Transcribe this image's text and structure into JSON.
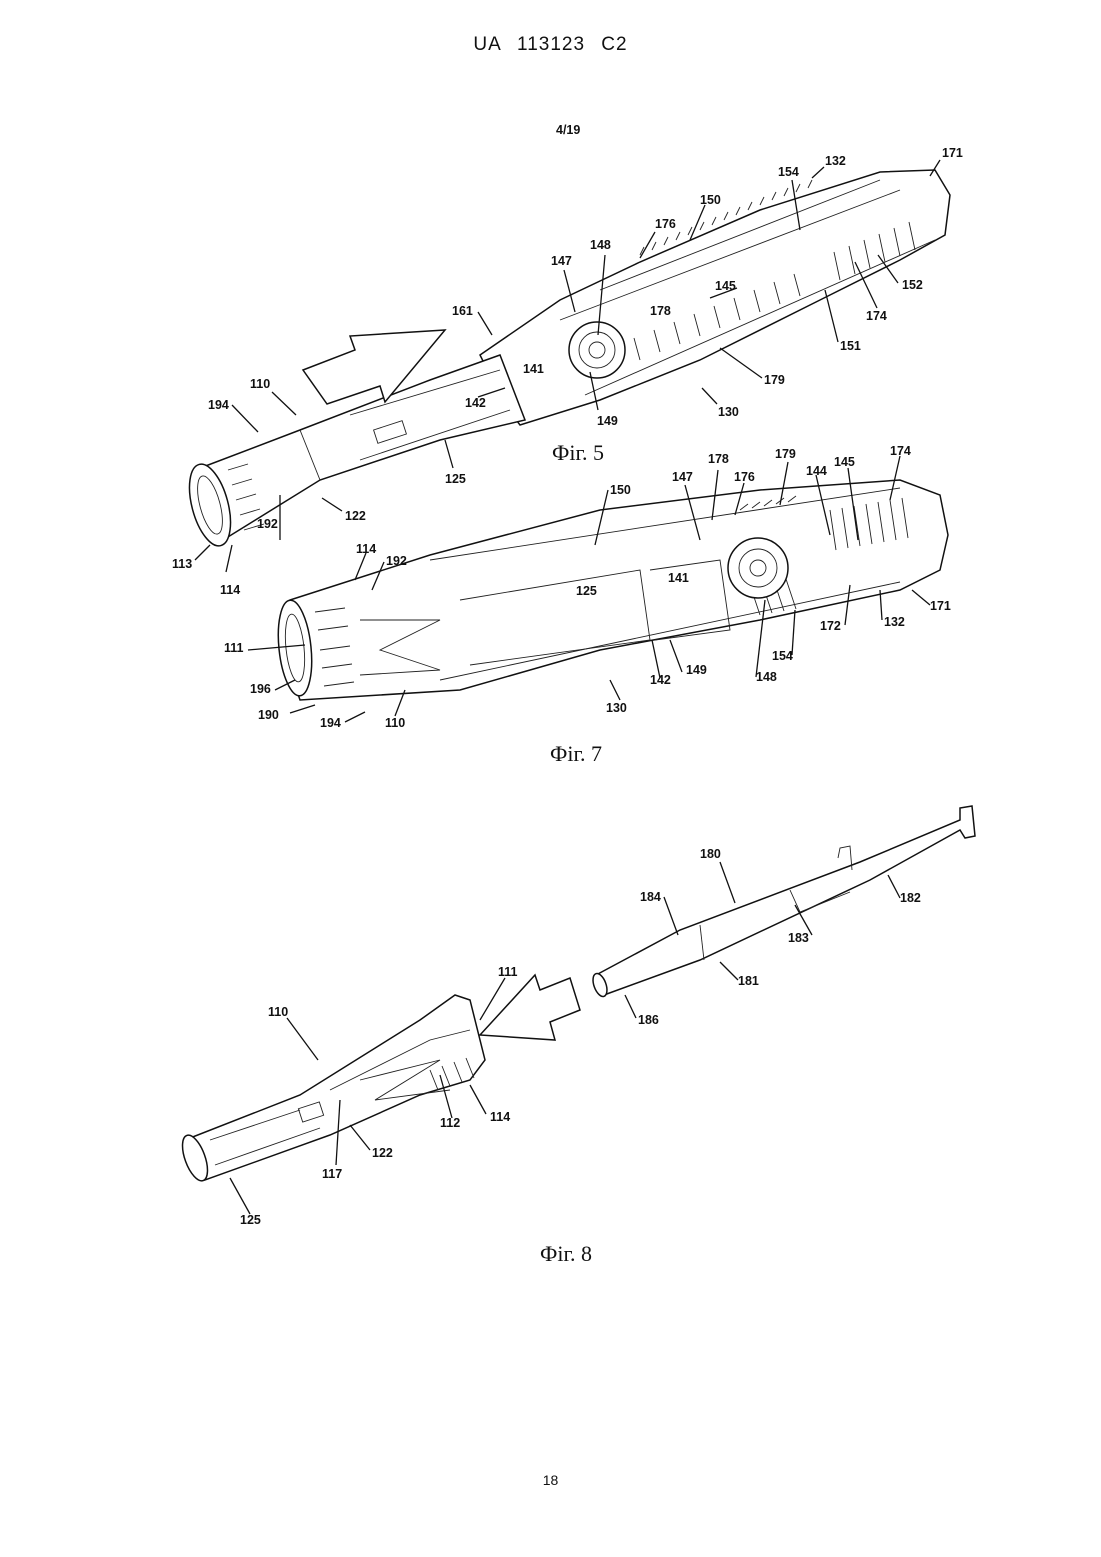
{
  "header": {
    "text": "UA   113123   C2"
  },
  "sheet_mark": "4/19",
  "page_number": "18",
  "figures": [
    {
      "caption": "Фіг. 5",
      "refs": [
        "171",
        "132",
        "154",
        "150",
        "176",
        "148",
        "147",
        "145",
        "161",
        "178",
        "174",
        "152",
        "141",
        "142",
        "151",
        "110",
        "179",
        "194",
        "149",
        "130",
        "125",
        "122",
        "113",
        "192",
        "114"
      ]
    },
    {
      "caption": "Фіг. 7",
      "refs": [
        "150",
        "147",
        "178",
        "176",
        "179",
        "144",
        "145",
        "174",
        "114",
        "192",
        "125",
        "141",
        "111",
        "171",
        "172",
        "132",
        "154",
        "196",
        "142",
        "149",
        "148",
        "190",
        "194",
        "110",
        "130"
      ]
    },
    {
      "caption": "Фіг. 8",
      "refs": [
        "180",
        "184",
        "182",
        "183",
        "111",
        "181",
        "110",
        "186",
        "112",
        "114",
        "117",
        "122",
        "125"
      ]
    }
  ]
}
